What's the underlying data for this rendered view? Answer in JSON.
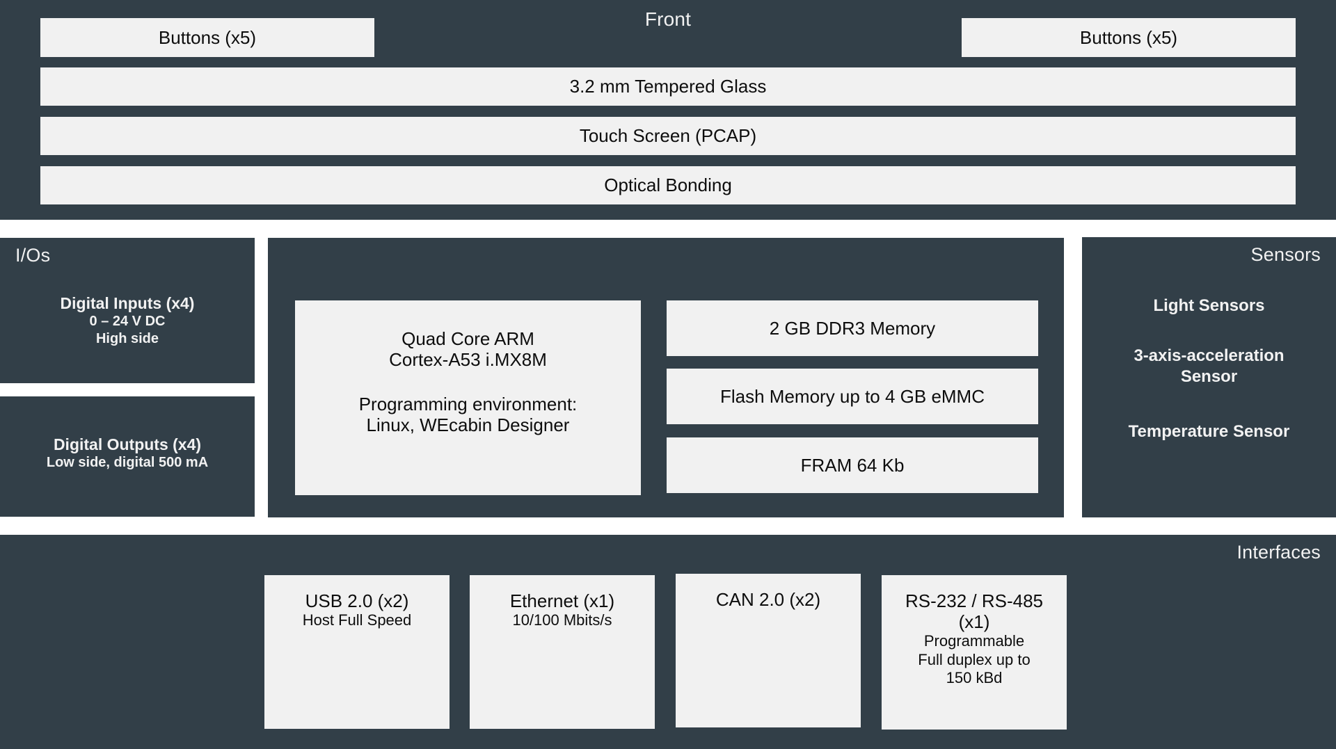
{
  "colors": {
    "background": "#000000",
    "panel": "#323f48",
    "box_fill": "#f1f1f1",
    "box_text": "#0d0d0d",
    "panel_text": "#f2f2f2"
  },
  "front": {
    "title": "Front",
    "buttons_left": "Buttons (x5)",
    "buttons_right": "Buttons (x5)",
    "glass": "3.2 mm Tempered Glass",
    "touch": "Touch Screen (PCAP)",
    "bonding": "Optical Bonding"
  },
  "ios": {
    "title": "I/Os",
    "inputs": {
      "name": "Digital Inputs (x4)",
      "detail": "0 – 24 V DC\nHigh side"
    },
    "outputs": {
      "name": "Digital Outputs (x4)",
      "detail": "Low side, digital 500 mA"
    }
  },
  "core": {
    "cpu": "Quad Core ARM\nCortex-A53 i.MX8M",
    "cpu_env": "Programming environment:\nLinux, WEcabin Designer",
    "memory": [
      "2 GB DDR3 Memory",
      "Flash Memory up to 4 GB eMMC",
      "FRAM 64 Kb"
    ]
  },
  "sensors": {
    "title": "Sensors",
    "items": [
      "Light Sensors",
      "3-axis-acceleration\nSensor",
      "Temperature Sensor"
    ]
  },
  "interfaces": {
    "title": "Interfaces",
    "items": [
      {
        "name": "USB 2.0 (x2)",
        "detail": "Host Full Speed"
      },
      {
        "name": "Ethernet (x1)",
        "detail": "10/100 Mbits/s"
      },
      {
        "name": "CAN 2.0 (x2)",
        "detail": ""
      },
      {
        "name": "RS-232 / RS-485\n(x1)",
        "detail": "Programmable\nFull duplex up to\n150 kBd"
      }
    ]
  }
}
